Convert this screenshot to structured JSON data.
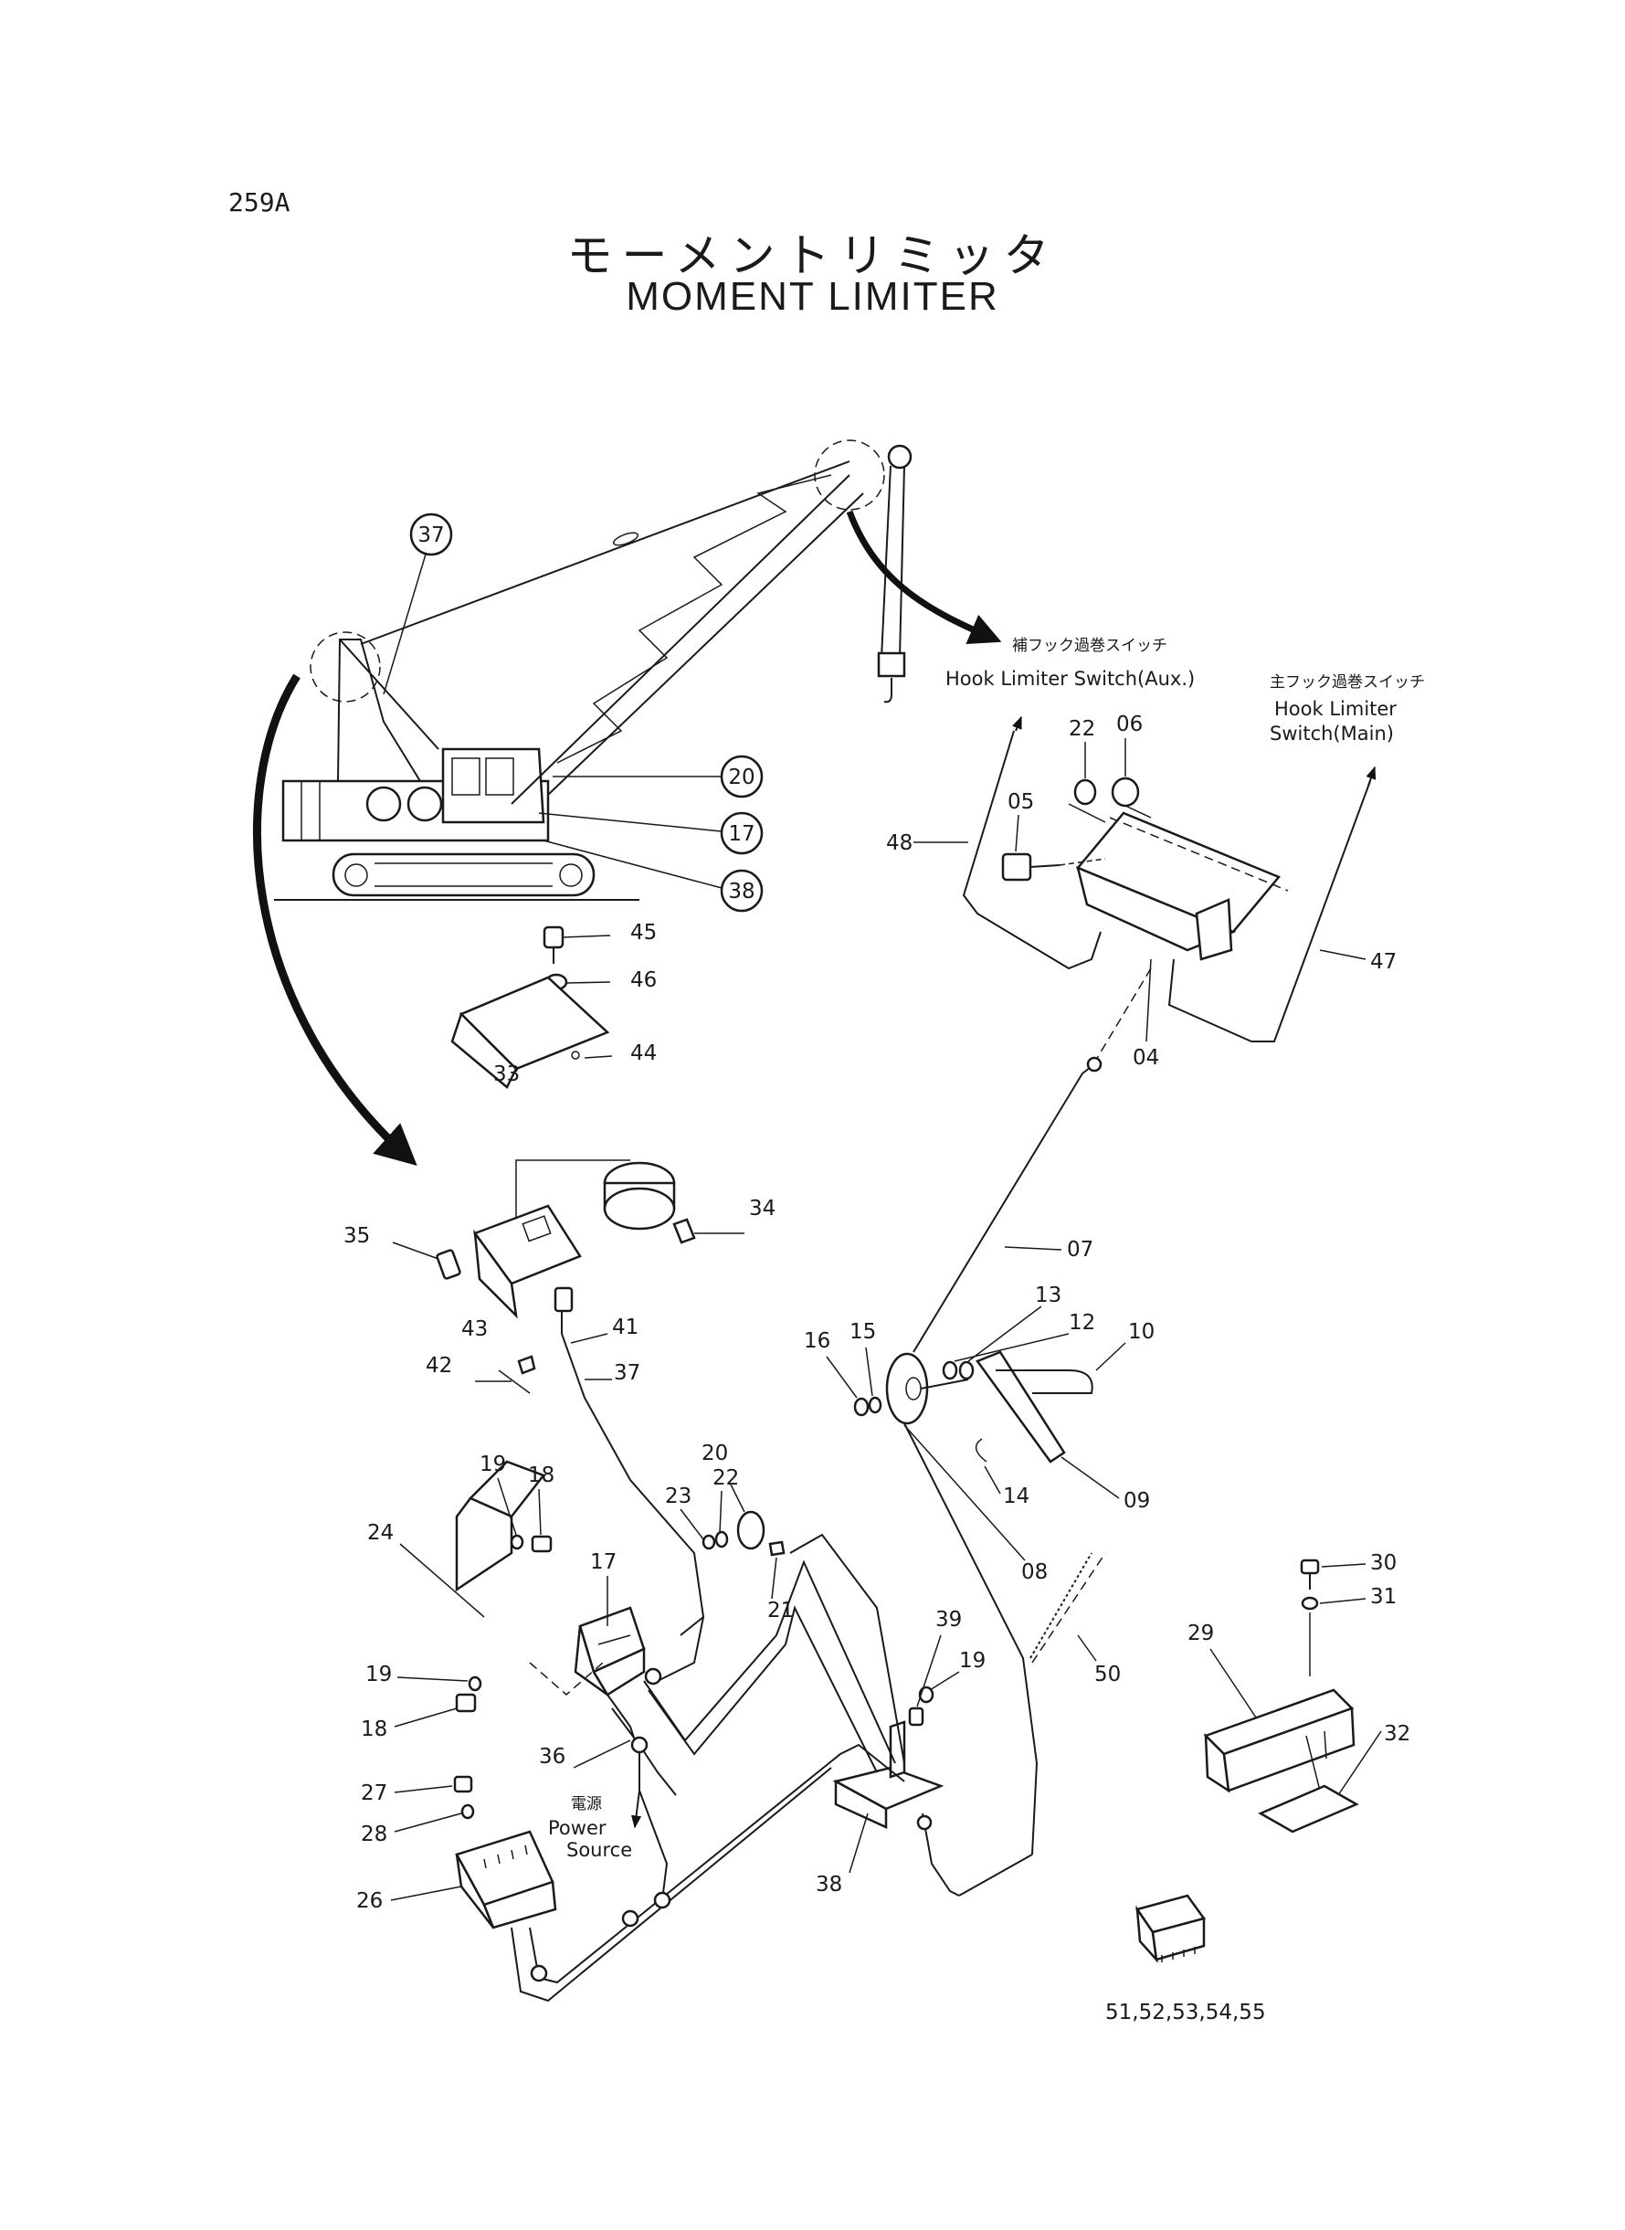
{
  "page_code": "259A",
  "title_ja": "モーメントリミッタ",
  "title_en": "MOMENT LIMITER",
  "labels": {
    "hook_aux_ja": "補フック過巻スイッチ",
    "hook_aux_en": "Hook Limiter Switch(Aux.)",
    "hook_main_ja": "主フック過巻スイッチ",
    "hook_main_en_1": "Hook Limiter",
    "hook_main_en_2": "Switch(Main)",
    "power_ja": "電源",
    "power_en_1": "Power",
    "power_en_2": "Source"
  },
  "callouts": {
    "c37": "37",
    "c20": "20",
    "c17": "17",
    "c38": "38"
  },
  "parts": {
    "p04": "04",
    "p05": "05",
    "p06": "06",
    "p07": "07",
    "p08": "08",
    "p09": "09",
    "p10": "10",
    "p12": "12",
    "p13": "13",
    "p14": "14",
    "p15": "15",
    "p16": "16",
    "p17": "17",
    "p18a": "18",
    "p18b": "18",
    "p19a": "19",
    "p19b": "19",
    "p19c": "19",
    "p20": "20",
    "p21": "21",
    "p22a": "22",
    "p22b": "22",
    "p23": "23",
    "p24": "24",
    "p26": "26",
    "p27": "27",
    "p28": "28",
    "p29": "29",
    "p30": "30",
    "p31": "31",
    "p32": "32",
    "p33": "33",
    "p34": "34",
    "p35": "35",
    "p36": "36",
    "p37": "37",
    "p38": "38",
    "p39": "39",
    "p41": "41",
    "p42": "42",
    "p43": "43",
    "p44": "44",
    "p45": "45",
    "p46": "46",
    "p47": "47",
    "p48": "48",
    "p50": "50",
    "p51_55": "51,52,53,54,55"
  }
}
